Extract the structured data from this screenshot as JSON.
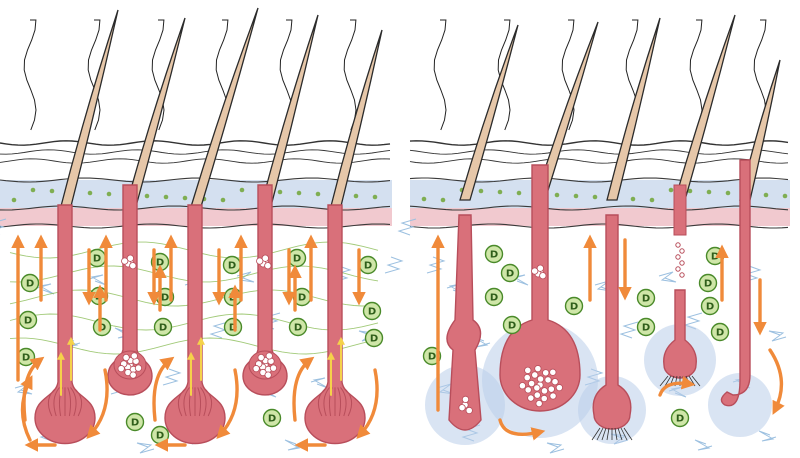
{
  "diagram": {
    "vitamin_label": "D",
    "panels": [
      {
        "id": "healthy",
        "follicles": [
          {
            "kind": "bulb-full"
          },
          {
            "kind": "bulb-cluster"
          },
          {
            "kind": "bulb-full"
          },
          {
            "kind": "bulb-cluster"
          },
          {
            "kind": "bulb-full"
          }
        ]
      },
      {
        "id": "affected",
        "follicles": [
          {
            "kind": "narrow-dots"
          },
          {
            "kind": "big-cluster"
          },
          {
            "kind": "club-roots"
          },
          {
            "kind": "broken-chain"
          },
          {
            "kind": "hook-tail"
          }
        ]
      }
    ],
    "colors": {
      "hair": "#e6c7a9",
      "hair_outline": "#2b2b2b",
      "follicle": "#d9707a",
      "follicle_dark": "#b84e5b",
      "epidermis": "#d4e0f0",
      "dermis_pink": "#f1c9cf",
      "green_dot": "#7fae52",
      "vitamin_fill": "#cfe6a8",
      "vitamin_ring": "#4a8a2a",
      "arrow": "#f08a3a",
      "vessel": "#9cc0e0",
      "inflammation": "#b9cde9"
    }
  }
}
